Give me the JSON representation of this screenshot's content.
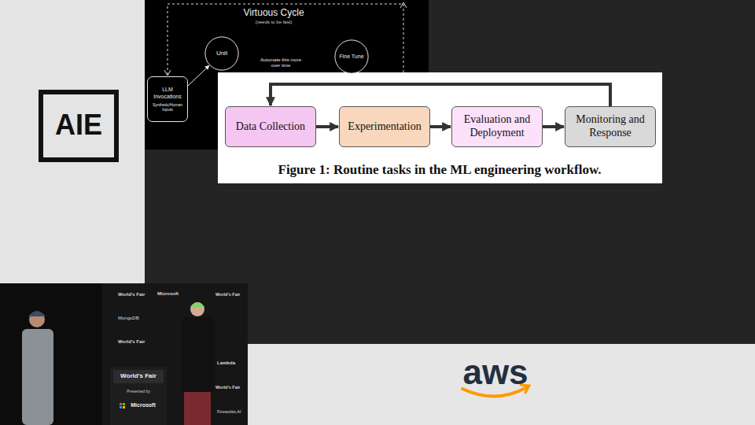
{
  "diagram": {
    "title": "Virtuous Cycle",
    "caption": "Figure 1: Routine tasks in the ML engineering workflow.",
    "nodes": [
      {
        "text": [
          "Data Collection"
        ]
      },
      {
        "text": [
          "Experimentation"
        ]
      },
      {
        "text": [
          "Evaluation and Deployment"
        ]
      },
      {
        "text": [
          "Monitoring and Response"
        ]
      },
      {
        "text": [
          "LLM Invocations",
          "Synthetic/Human Inputs"
        ]
      },
      {
        "text": [
          "Unit"
        ]
      },
      {
        "text": [
          "Fine Tune"
        ]
      }
    ],
    "edges": [
      {
        "from": 0,
        "to": 1,
        "arrow": "to"
      },
      {
        "from": 1,
        "to": 2,
        "arrow": "to"
      },
      {
        "from": 2,
        "to": 3,
        "arrow": "to"
      },
      {
        "from": 3,
        "to": 0,
        "arrow": "to"
      },
      {
        "from": 4,
        "to": 5,
        "arrow": "to"
      }
    ],
    "labels": [
      "AIE",
      "(needs to be fast)",
      "Automate this more over time",
      "aws",
      "World's Fair",
      "Presented by",
      "Microsoft",
      "World's Fair",
      "MongoDB",
      "World's Fair",
      "Microsoft",
      "World's Fair",
      "Lambda",
      "World's Fair",
      "Fireworks.AI"
    ]
  }
}
